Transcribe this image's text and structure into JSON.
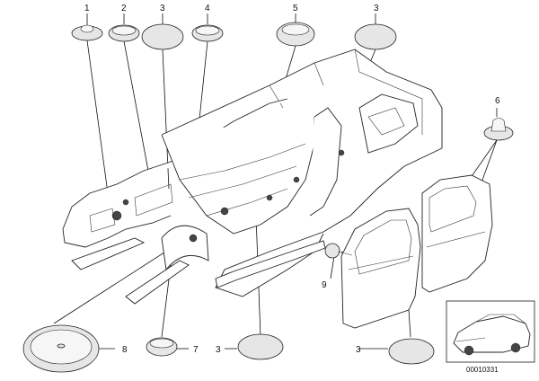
{
  "callouts": {
    "c1": "1",
    "c2": "2",
    "c3a": "3",
    "c4": "4",
    "c5": "5",
    "c3b": "3",
    "c6a": "6",
    "c9": "9",
    "c8": "8",
    "c7": "7",
    "c3c": "3",
    "c3d": "3"
  },
  "document_number": "00010331"
}
